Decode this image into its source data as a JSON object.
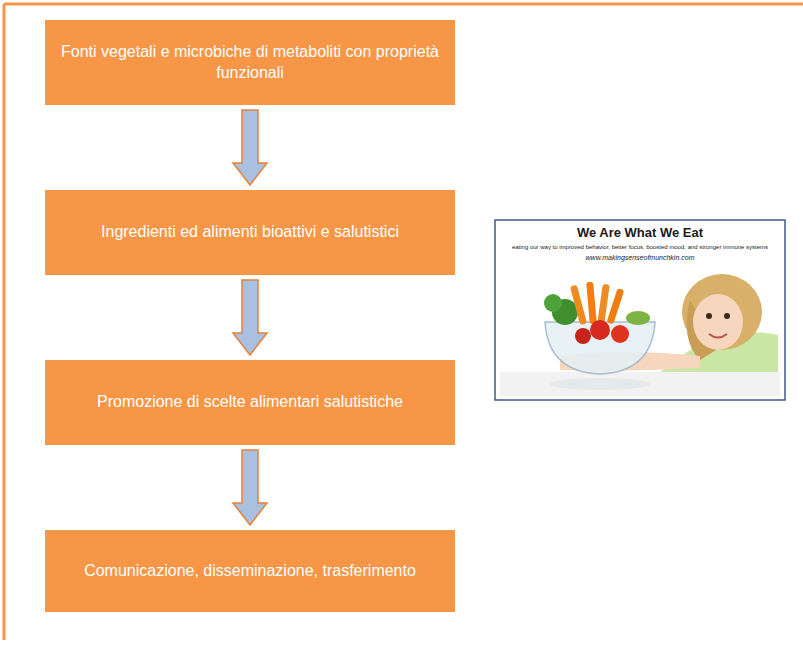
{
  "diagram": {
    "nodes": [
      {
        "text": [
          "Fonti vegetali e microbiche di metaboliti con proprietà funzionali"
        ]
      },
      {
        "text": [
          "Ingredienti ed alimenti bioattivi e salutistici"
        ]
      },
      {
        "text": [
          "Promozione di scelte alimentari salutistiche"
        ]
      },
      {
        "text": [
          "Comunicazione, disseminazione, trasferimento"
        ]
      }
    ],
    "edges": [
      {
        "from": 0,
        "to": 1,
        "arrow": "to"
      },
      {
        "from": 1,
        "to": 2,
        "arrow": "to"
      },
      {
        "from": 2,
        "to": 3,
        "arrow": "to"
      }
    ],
    "labels": [
      "We Are What We Eat",
      "eating our way to improved behavior, better focus, boosted mood, and stronger immune systems",
      "www.makingsenseofmunchkin.com"
    ]
  }
}
